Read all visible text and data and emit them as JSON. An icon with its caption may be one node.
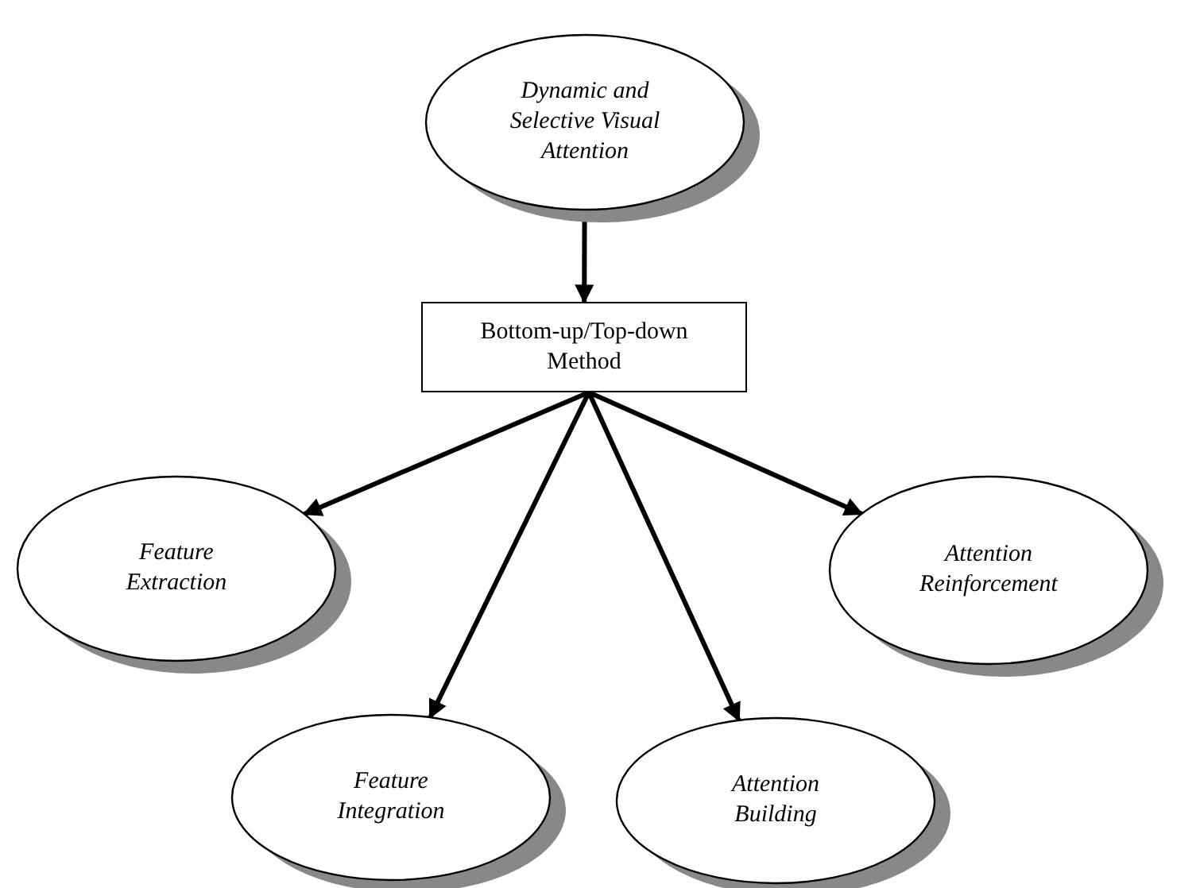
{
  "diagram": {
    "nodes": [
      {
        "text": [
          "Dynamic and Selective Visual Attention"
        ]
      },
      {
        "text": [
          "Bottom-up/Top-down Method"
        ]
      },
      {
        "text": [
          "Feature Extraction"
        ]
      },
      {
        "text": [
          "Feature Integration"
        ]
      },
      {
        "text": [
          "Attention Building"
        ]
      },
      {
        "text": [
          "Attention Reinforcement"
        ]
      }
    ],
    "edges": [
      {
        "from": 0,
        "to": 1,
        "arrow": "to"
      },
      {
        "from": 1,
        "to": 2,
        "arrow": "to"
      },
      {
        "from": 1,
        "to": 3,
        "arrow": "to"
      },
      {
        "from": 1,
        "to": 4,
        "arrow": "to"
      },
      {
        "from": 1,
        "to": 5,
        "arrow": "to"
      }
    ]
  }
}
